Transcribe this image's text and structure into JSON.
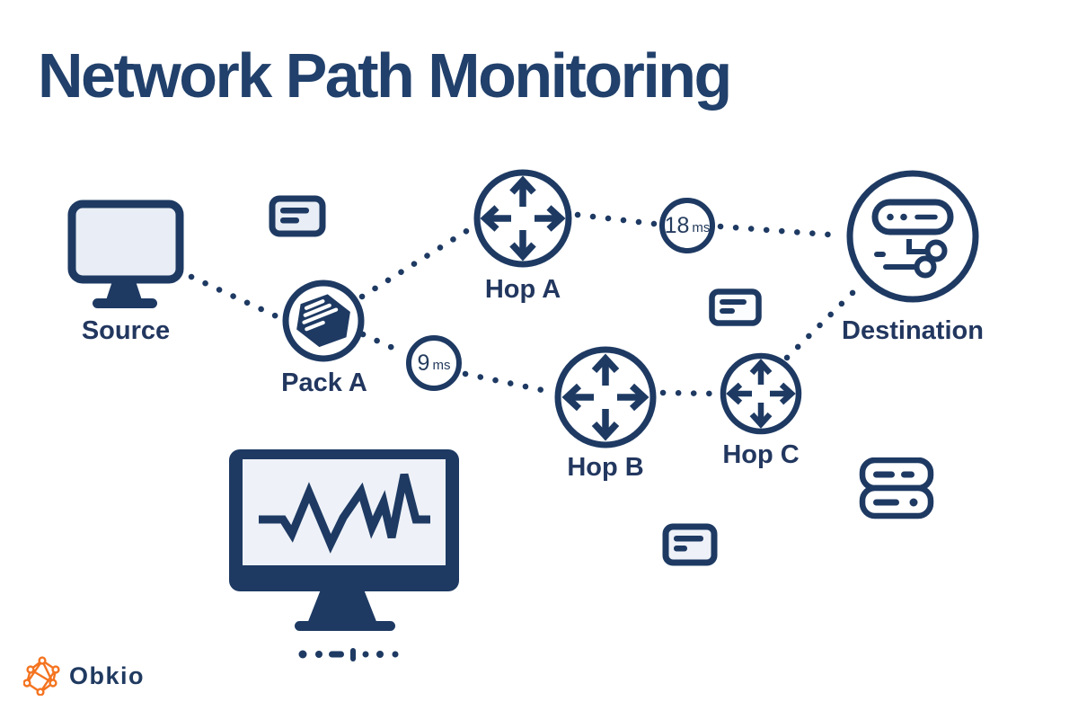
{
  "title": "Network Path Monitoring",
  "colors": {
    "navy": "#1e3a63",
    "light_fill": "#e9eef6",
    "orange": "#f4731f",
    "background": "#ffffff"
  },
  "diagram": {
    "nodes": {
      "source": {
        "label": "Source",
        "icon": "monitor-icon"
      },
      "packet": {
        "label": "Pack A",
        "icon": "packet-cube-icon"
      },
      "hop_a": {
        "label": "Hop A",
        "icon": "router-icon"
      },
      "hop_b": {
        "label": "Hop B",
        "icon": "router-icon"
      },
      "hop_c": {
        "label": "Hop C",
        "icon": "router-icon"
      },
      "destination": {
        "label": "Destination",
        "icon": "server-node-icon"
      }
    },
    "latency_badges": {
      "hop_a_to_destination": {
        "value": "18",
        "unit": "ms"
      },
      "packet_to_hop_b": {
        "value": "9",
        "unit": "ms"
      }
    },
    "decorations": [
      "card-icon",
      "card-icon",
      "card-icon",
      "monitor-waveform-icon",
      "server-stack-icon",
      "dotted-morse-icon"
    ]
  },
  "logo": {
    "text": "Obkio",
    "icon": "obkio-network-icon"
  }
}
